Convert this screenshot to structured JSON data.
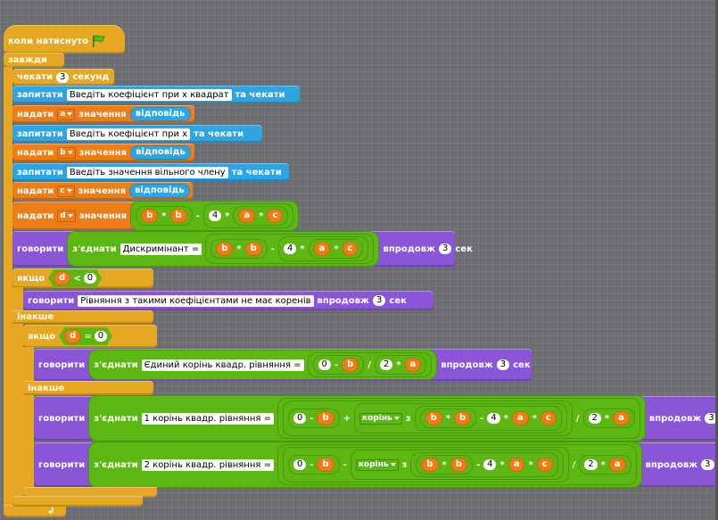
{
  "hat": {
    "label": "коли натиснуто"
  },
  "forever": {
    "label": "завжди"
  },
  "wait": {
    "label": "чекати",
    "value": "3",
    "unit": "секунд"
  },
  "ask1": {
    "label": "запитати",
    "text": "Введіть  коефіцієнт  при х квадрат",
    "tail": "та чекати"
  },
  "set_a": {
    "label": "надати",
    "var": "a",
    "mid": "значення",
    "rep": "відповідь"
  },
  "ask2": {
    "label": "запитати",
    "text": "Введіть  коефіцієнт  при х",
    "tail": "та чекати"
  },
  "set_b": {
    "label": "надати",
    "var": "b",
    "mid": "значення",
    "rep": "відповідь"
  },
  "ask3": {
    "label": "запитати",
    "text": "Введіть значення вільного члену",
    "tail": "та чекати"
  },
  "set_c": {
    "label": "надати",
    "var": "c",
    "mid": "значення",
    "rep": "відповідь"
  },
  "set_d": {
    "label": "надати",
    "var": "d",
    "mid": "значення"
  },
  "expr": {
    "b": "b",
    "mul": "*",
    "minus": "-",
    "four": "4",
    "a": "a",
    "c": "c",
    "plus": "+",
    "div": "/",
    "two": "2",
    "zero": "0"
  },
  "say1": {
    "label": "говорити",
    "join": "з'єднати",
    "text": "Дискримінант =",
    "tail": "впродовж",
    "secs": "3",
    "unit": "сек"
  },
  "if1": {
    "label": "якщо",
    "var": "d",
    "cmp": "<",
    "val": "0"
  },
  "say2": {
    "label": "говорити",
    "text": "Рівняння  з такими коефіцієнтами не має коренів",
    "tail": "впродовж",
    "secs": "3",
    "unit": "сек"
  },
  "else1": {
    "label": "інакше"
  },
  "if2": {
    "label": "якщо",
    "var": "d",
    "cmp": "=",
    "val": "0"
  },
  "say3": {
    "label": "говорити",
    "join": "з'єднати",
    "text": "Єдиний корінь квадр. рівняння =",
    "tail": "впродовж",
    "secs": "3",
    "unit": "сек"
  },
  "else2": {
    "label": "інакше"
  },
  "say4": {
    "label": "говорити",
    "join": "з'єднати",
    "text": "1 корінь квадр. рівняння =",
    "sqrt": "корінь",
    "of": "з",
    "tail": "впродовж",
    "secs": "3"
  },
  "say5": {
    "label": "говорити",
    "join": "з'єднати",
    "text": "2 корінь квадр. рівняння =",
    "sqrt": "корінь",
    "of": "з",
    "tail": "впродовж",
    "secs": "3"
  }
}
